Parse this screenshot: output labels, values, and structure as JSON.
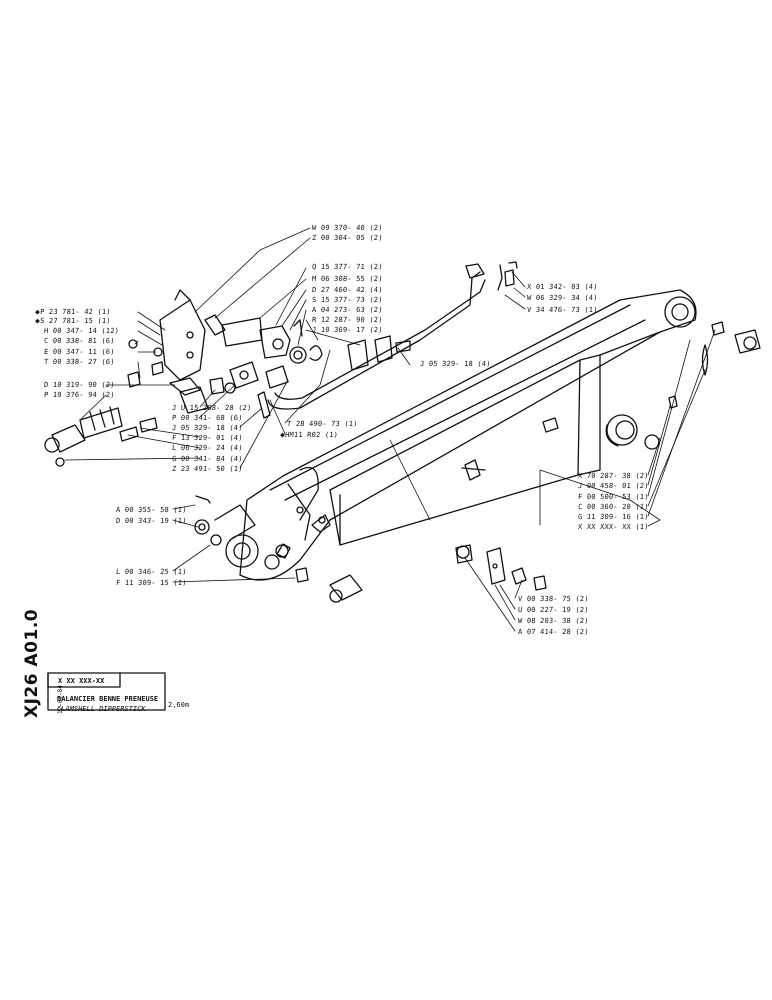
{
  "ref_code": "XJ26 A01.0",
  "date_code": "12-07-84",
  "title_block": {
    "code_line": "X XX XXX-XX",
    "title_fr": "BALANCIER BENNE PRENEUSE",
    "title_en": "CLAMSHELL DIPPERSTICK",
    "size": "2,60m"
  },
  "callouts": {
    "w09": "W 09 370- 40 (2)",
    "z00": "Z 00 304- 05 (2)",
    "q15": "Q 15 377- 71 (2)",
    "m06": "M 06 308- 55 (2)",
    "d27": "D 27 460- 42 (4)",
    "s15": "S 15 377- 73 (2)",
    "a04": "A 04 273- 63 (2)",
    "r12": "R 12 287- 90 (2)",
    "j10": "J 10 369- 17 (2)",
    "x01": "X 01 342- 03 (4)",
    "w06": "W 06 329- 34 (4)",
    "v34": "V 34 476- 73 (1)",
    "p23": "P 23 781- 42 (1)",
    "s27": "S 27 781- 15 (1)",
    "h00": "H 00 347- 14 (12)",
    "c00a": "C 00 338- 81 (6)",
    "e00": "E 00 347- 11 (6)",
    "t00": "T 00 338- 27 (6)",
    "j05a": "J 05 329- 18 (4)",
    "d10": "D 10 319- 90 (2)",
    "p19": "P 19 376- 94 (2)",
    "u15": "U 15 288- 28 (2)",
    "p00": "P 00 341- 68 (6)",
    "j05b": "J 05 329- 18 (4)",
    "f13": "F 13 329- 01 (4)",
    "l06": "L 06 329- 24 (4)",
    "g00": "G 00 341- 84 (4)",
    "z23": "Z 23 491- 50 (1)",
    "t28": "T 28 490- 73 (1)",
    "hm11": "HM11 R02 (1)",
    "x70": "X 70 287- 38 (2)",
    "j00": "J 00 458- 01 (2)",
    "f00": "F 00 500- 53 (1)",
    "c00b": "C 00 360- 20 (1)",
    "g11": "G 11 309- 16 (1)",
    "last": "X XX XXX- XX (1)",
    "a00": "A 00 355- 58 (1)",
    "d00": "D 00 343- 19 (1)",
    "l00": "L 00 346- 25 (1)",
    "f11": "F 11 309- 15 (1)",
    "v00": "V 00 338- 75 (2)",
    "u00": "U 00 227- 19 (2)",
    "w08": "W 08 203- 38 (2)",
    "a07": "A 07 414- 28 (2)"
  }
}
